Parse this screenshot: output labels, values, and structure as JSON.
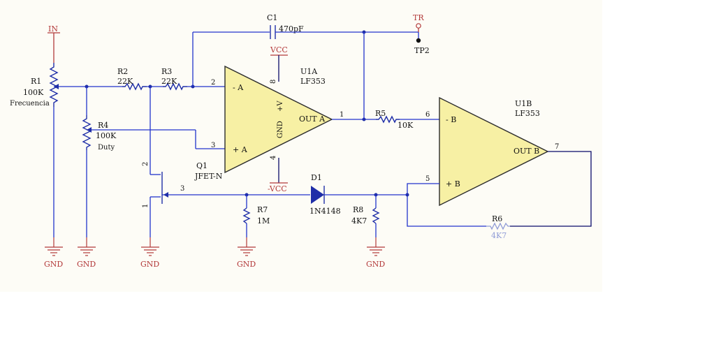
{
  "net_labels": {
    "in": "IN",
    "tr": "TR",
    "tp2": "TP2",
    "vcc_pos": "VCC",
    "vcc_neg": "-VCC"
  },
  "ground_label": "GND",
  "components": {
    "r1": {
      "ref": "R1",
      "value": "100K",
      "note": "Frecuencia"
    },
    "r2": {
      "ref": "R2",
      "value": "22K"
    },
    "r3": {
      "ref": "R3",
      "value": "22K"
    },
    "r4": {
      "ref": "R4",
      "value": "100K",
      "note": "Duty"
    },
    "r5": {
      "ref": "R5",
      "value": "10K"
    },
    "r6": {
      "ref": "R6",
      "value": "4K7"
    },
    "r7": {
      "ref": "R7",
      "value": "1M"
    },
    "r8": {
      "ref": "R8",
      "value": "4K7"
    },
    "c1": {
      "ref": "C1",
      "value": "470pF"
    },
    "d1": {
      "ref": "D1",
      "value": "1N4148"
    },
    "q1": {
      "ref": "Q1",
      "value": "JFET-N"
    },
    "u1a": {
      "ref": "U1A",
      "value": "LF353",
      "in_neg": "- A",
      "in_pos": "+ A",
      "out": "OUT A",
      "gnd": "GND",
      "vplus": "+V"
    },
    "u1b": {
      "ref": "U1B",
      "value": "LF353",
      "in_neg": "- B",
      "in_pos": "+ B",
      "out": "OUT B"
    }
  },
  "pins": {
    "u1a_in_neg": "2",
    "u1a_in_pos": "3",
    "u1a_out": "1",
    "u1a_vplus": "8",
    "u1a_gnd": "4",
    "u1b_in_neg": "6",
    "u1b_in_pos": "5",
    "u1b_out": "7",
    "q1_gate": "3",
    "q1_drain": "2",
    "q1_source": "1"
  }
}
